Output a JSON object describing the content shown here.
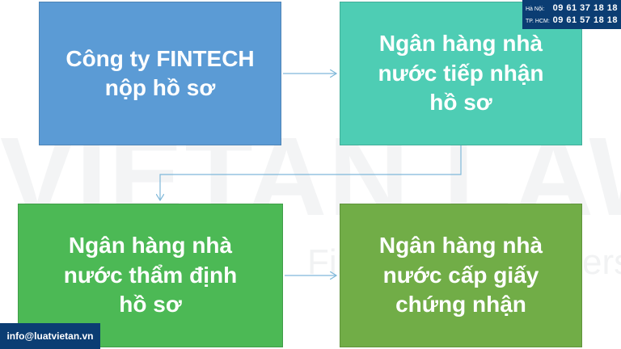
{
  "watermark": {
    "brand": "VIETAN LAW",
    "tag_left": "Fin",
    "tag_right": "ers."
  },
  "boxes": [
    {
      "label": "Công ty FINTECH\nnộp hồ sơ",
      "color": "#5b9bd5"
    },
    {
      "label": "Ngân hàng nhà\nnước tiếp nhận\nhồ sơ",
      "color": "#4ecdb4"
    },
    {
      "label": "Ngân hàng nhà\nnước thẩm định\nhồ sơ",
      "color": "#4cb955"
    },
    {
      "label": "Ngân hàng nhà\nnước cấp giấy\nchứng nhận",
      "color": "#71ad47"
    }
  ],
  "contact": {
    "hanoi_label": "Hà Nội:",
    "hanoi_phone": "09 61 37 18 18",
    "hcm_label": "TP. HCM:",
    "hcm_phone": "09 61 57 18 18"
  },
  "email": "info@luatvietan.vn",
  "colors": {
    "arrow": "#7fb8d9",
    "banner": "#0b3d73"
  }
}
